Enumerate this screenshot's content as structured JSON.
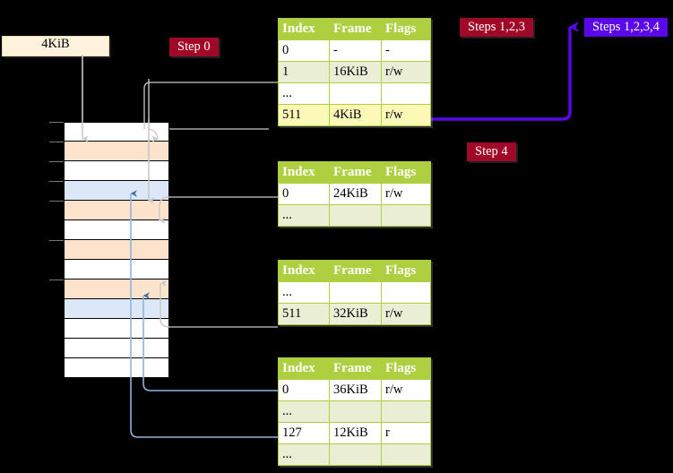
{
  "diagram": {
    "title_box": {
      "label": "4KiB"
    },
    "badges": [
      {
        "name": "step-0",
        "label": "Step 0",
        "color": "#a00828",
        "kind": "red"
      },
      {
        "name": "steps-123",
        "label": "Steps 1,2,3",
        "color": "#a00828",
        "kind": "red"
      },
      {
        "name": "steps-1234",
        "label": "Steps 1,2,3,4",
        "color": "#5b08e8",
        "kind": "violet"
      },
      {
        "name": "step-4",
        "label": "Step 4",
        "color": "#a00828",
        "kind": "red"
      }
    ],
    "columns": [
      "Index",
      "Frame",
      "Flags"
    ],
    "tables": [
      {
        "name": "pml4-table",
        "rows": [
          {
            "cells": [
              "0",
              "-",
              "-"
            ],
            "style": "plain"
          },
          {
            "cells": [
              "1",
              "16KiB",
              "r/w"
            ],
            "style": "alt"
          },
          {
            "cells": [
              "...",
              "",
              ""
            ],
            "style": "plain"
          },
          {
            "cells": [
              "511",
              "4KiB",
              "r/w"
            ],
            "style": "highlight"
          }
        ]
      },
      {
        "name": "pdpt-table",
        "rows": [
          {
            "cells": [
              "0",
              "24KiB",
              "r/w"
            ],
            "style": "plain"
          },
          {
            "cells": [
              "...",
              "",
              ""
            ],
            "style": "alt"
          }
        ]
      },
      {
        "name": "pd-table",
        "rows": [
          {
            "cells": [
              "...",
              "",
              ""
            ],
            "style": "plain"
          },
          {
            "cells": [
              "511",
              "32KiB",
              "r/w"
            ],
            "style": "alt"
          }
        ]
      },
      {
        "name": "pt-table",
        "rows": [
          {
            "cells": [
              "0",
              "36KiB",
              "r/w"
            ],
            "style": "plain"
          },
          {
            "cells": [
              "...",
              "",
              ""
            ],
            "style": "alt"
          },
          {
            "cells": [
              "127",
              "12KiB",
              "r"
            ],
            "style": "plain"
          },
          {
            "cells": [
              "...",
              "",
              ""
            ],
            "style": "alt"
          }
        ]
      }
    ],
    "memory_column": {
      "name": "physical-memory-frames",
      "frame_count": 13,
      "frames": [
        {
          "fill": "white"
        },
        {
          "fill": "orange"
        },
        {
          "fill": "white"
        },
        {
          "fill": "blue"
        },
        {
          "fill": "orange"
        },
        {
          "fill": "white"
        },
        {
          "fill": "orange"
        },
        {
          "fill": "white"
        },
        {
          "fill": "orange"
        },
        {
          "fill": "blue"
        },
        {
          "fill": "white"
        },
        {
          "fill": "white"
        },
        {
          "fill": "white"
        }
      ],
      "colors": {
        "orange": "#fde2cc",
        "blue": "#dce8f7",
        "white": "#ffffff"
      }
    },
    "wire_colors": {
      "gray": "#c9c9c9",
      "blue": "#8fb3dd",
      "violet": "#5b08e8"
    }
  }
}
